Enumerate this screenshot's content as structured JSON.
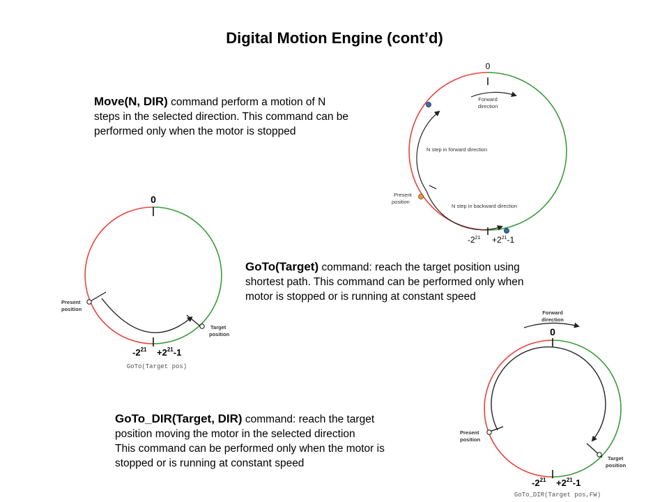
{
  "slide": {
    "title": "Digital Motion Engine (cont’d)"
  },
  "move": {
    "name": "Move(N, DIR)",
    "line1": " command perform a motion of N",
    "line2": "steps in the selected direction. This command can be",
    "line3": "performed only when the motor is stopped"
  },
  "goto": {
    "name": "GoTo(Target)",
    "line1": " command: reach the target position using",
    "line2": "shortest path. This command can be performed only when",
    "line3": "motor is stopped or is running at constant speed"
  },
  "gotodir": {
    "name": "GoTo_DIR(Target, DIR)",
    "line1": " command: reach the target",
    "line2": "position moving the motor in the selected direction",
    "line3": "This command can be performed only when the motor is",
    "line4": "stopped or is running at constant speed"
  },
  "diagram_move": {
    "zero": "0",
    "neg": "-2",
    "pos": "+2",
    "exp": "21",
    "minus1": "-1",
    "forward_line1": "Forward",
    "forward_line2": "direction",
    "n_forward": "N step in forward direction",
    "n_backward": "N step in backward direction",
    "present_line1": "Present",
    "present_line2": "position"
  },
  "diagram_goto": {
    "zero": "0",
    "neg": "-2",
    "pos": "+2",
    "exp": "21",
    "minus1": "-1",
    "present_line1": "Present",
    "present_line2": "position",
    "target_line1": "Target",
    "target_line2": "position",
    "caption": "GoTo(Target pos)"
  },
  "diagram_gotodir": {
    "zero": "0",
    "neg": "-2",
    "pos": "+2",
    "exp": "21",
    "minus1": "-1",
    "forward_line1": "Forward",
    "forward_line2": "direction",
    "present_line1": "Present",
    "present_line2": "position",
    "target_line1": "Target",
    "target_line2": "position",
    "caption": "GoTo_DIR(Target pos,FW)"
  },
  "colors": {
    "red": "#e8413c",
    "green": "#3a9a3a",
    "blue": "#2e6fb5",
    "orange": "#f29a2e"
  }
}
